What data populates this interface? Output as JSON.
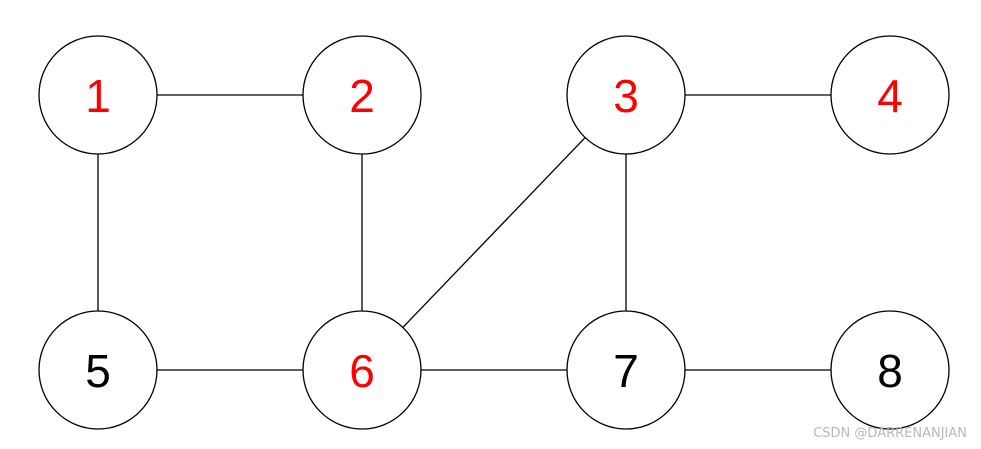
{
  "graph": {
    "nodes": [
      {
        "id": "1",
        "label": "1",
        "color": "#ff0000"
      },
      {
        "id": "2",
        "label": "2",
        "color": "#ff0000"
      },
      {
        "id": "3",
        "label": "3",
        "color": "#ff0000"
      },
      {
        "id": "4",
        "label": "4",
        "color": "#ff0000"
      },
      {
        "id": "5",
        "label": "5",
        "color": "#000000"
      },
      {
        "id": "6",
        "label": "6",
        "color": "#ff0000"
      },
      {
        "id": "7",
        "label": "7",
        "color": "#000000"
      },
      {
        "id": "8",
        "label": "8",
        "color": "#000000"
      }
    ],
    "edges": [
      [
        "1",
        "2"
      ],
      [
        "3",
        "4"
      ],
      [
        "1",
        "5"
      ],
      [
        "2",
        "6"
      ],
      [
        "3",
        "6"
      ],
      [
        "3",
        "7"
      ],
      [
        "5",
        "6"
      ],
      [
        "6",
        "7"
      ],
      [
        "7",
        "8"
      ]
    ]
  },
  "watermark": "CSDN @DARRENANJIAN"
}
